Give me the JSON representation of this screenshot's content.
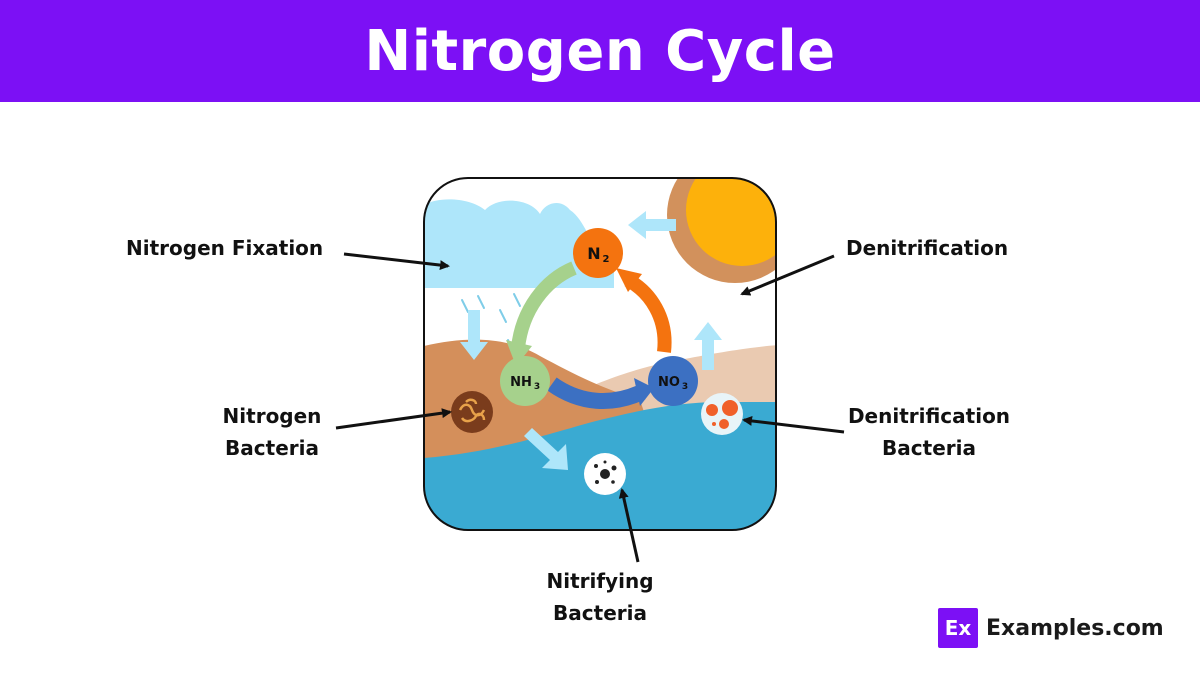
{
  "header": {
    "title": "Nitrogen Cycle"
  },
  "compounds": {
    "n2": "N",
    "n2_sub": "2",
    "nh3": "NH",
    "nh3_sub": "3",
    "no3": "NO",
    "no3_sub": "3"
  },
  "labels": {
    "nitrogen_fixation": "Nitrogen Fixation",
    "denitrification": "Denitrification",
    "nitrogen_bacteria_1": "Nitrogen",
    "nitrogen_bacteria_2": "Bacteria",
    "denitrification_bacteria_1": "Denitrification",
    "denitrification_bacteria_2": "Bacteria",
    "nitrifying_bacteria_1": "Nitrifying",
    "nitrifying_bacteria_2": "Bacteria"
  },
  "brand": {
    "badge": "Ex",
    "name": "Examples.com"
  },
  "colors": {
    "header": "#7c10f5",
    "sky_cloud": "#aee6fa",
    "sun": "#fdb10b",
    "sun_ring": "#d2915c",
    "land": "#d48f5b",
    "hill": "#eacab1",
    "water": "#3aaad2",
    "n2": "#f4730f",
    "nh3": "#a6d18c",
    "no3": "#3c70c2",
    "arrow_green": "#a6d18c",
    "arrow_orange": "#f4730f",
    "arrow_blue": "#3c70c2"
  }
}
